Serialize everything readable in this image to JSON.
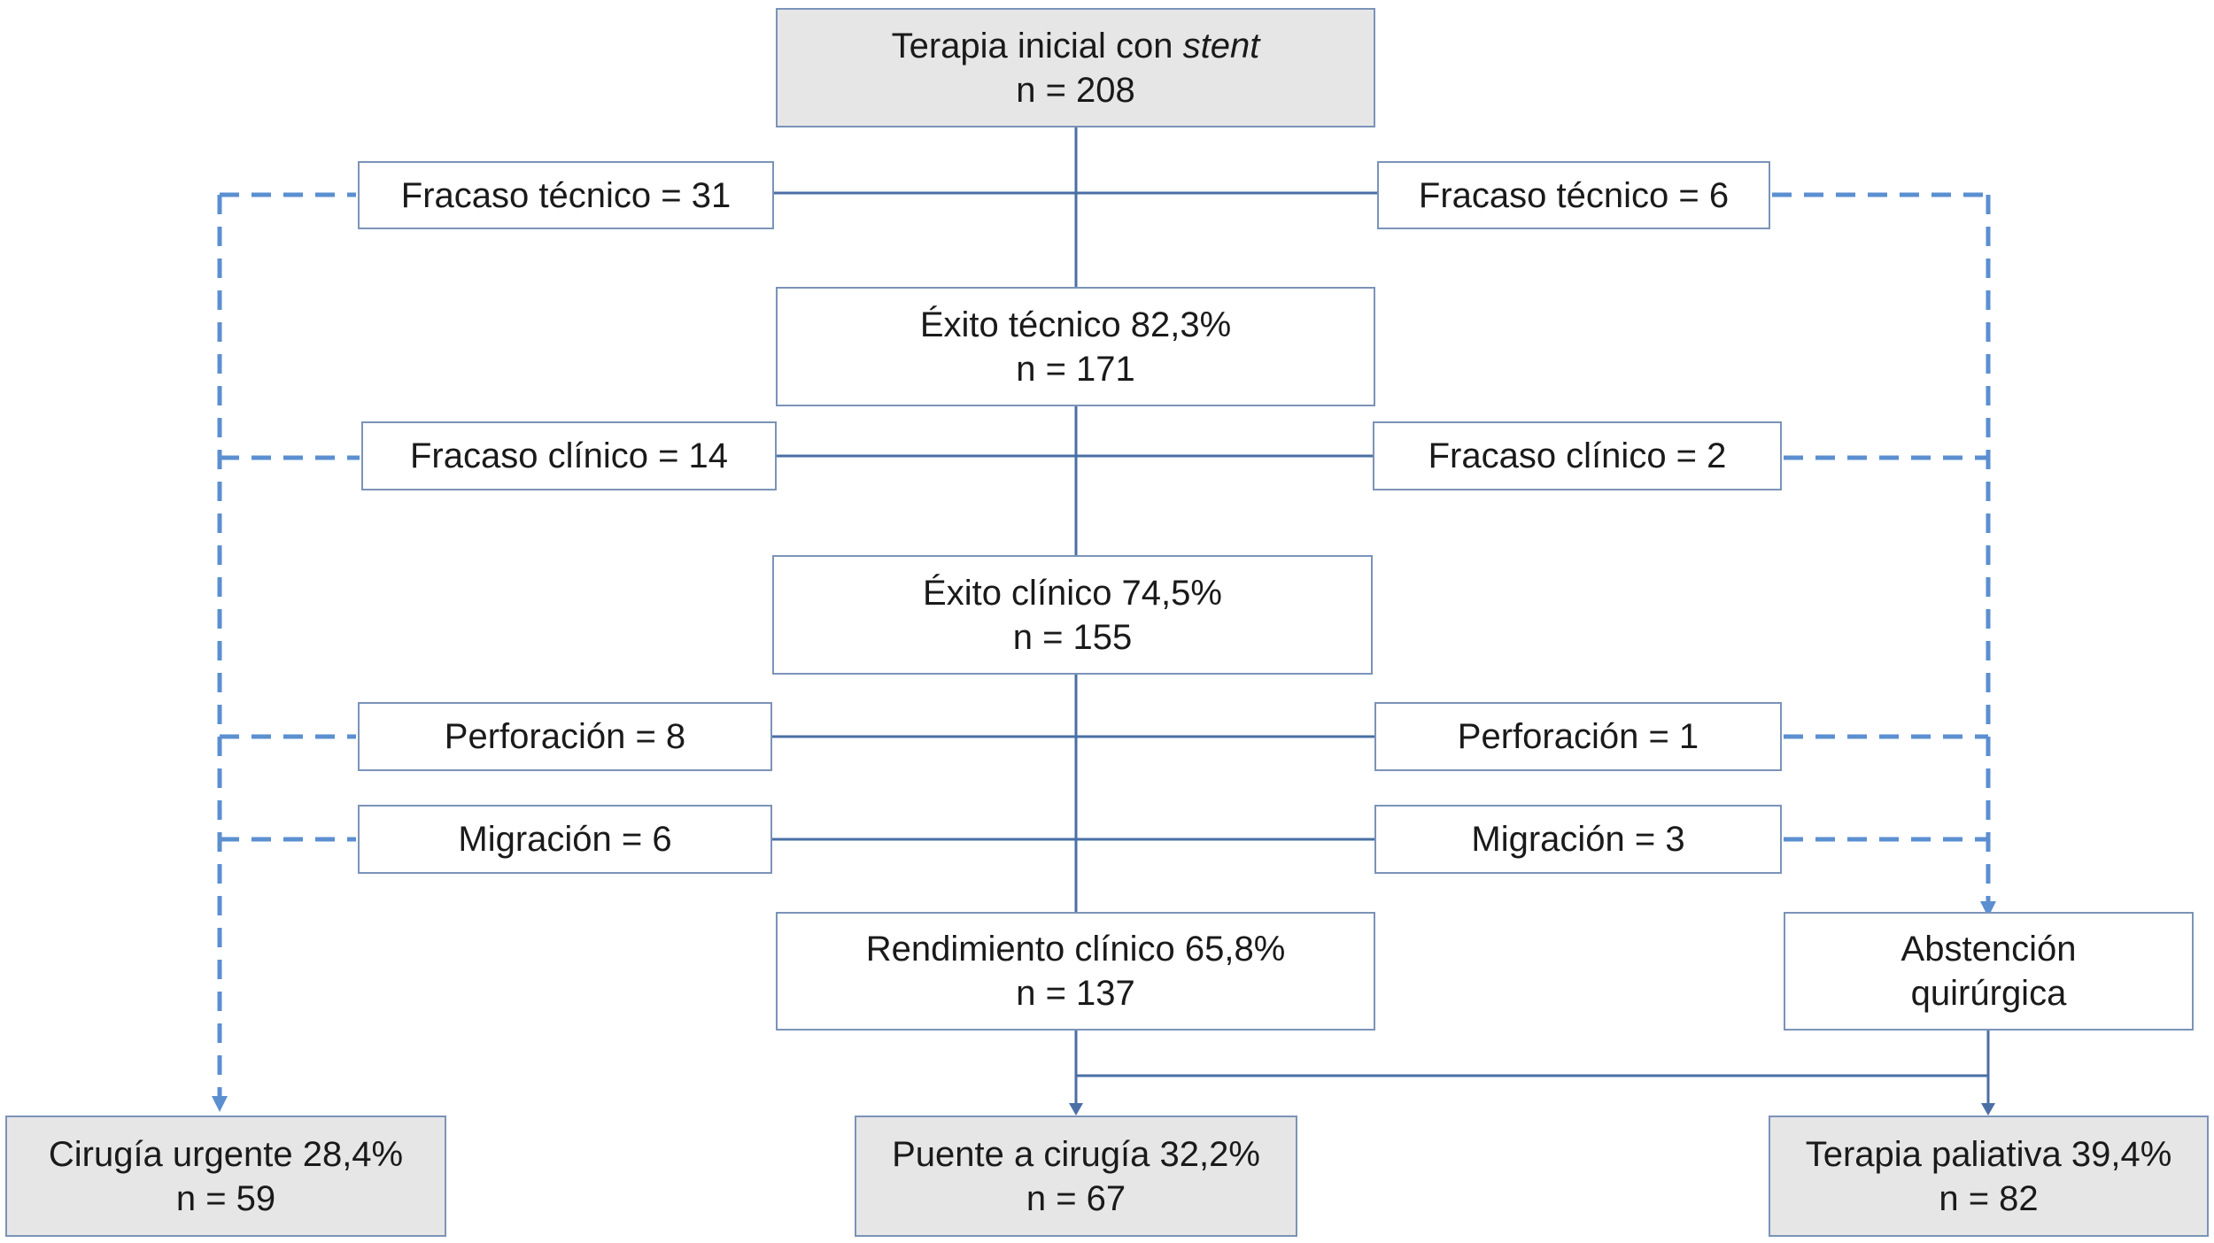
{
  "colors": {
    "solid_line": "#4a6fa5",
    "dashed_line": "#5b8fd0",
    "box_border": "#7b93b8",
    "terminal_fill": "#e6e6e6"
  },
  "start": {
    "text": "Terapia inicial con",
    "emphasis": "stent",
    "n": "n = 208"
  },
  "left": {
    "fracaso_tecnico": "Fracaso técnico = 31",
    "fracaso_clinico": "Fracaso clínico = 14",
    "perforacion": "Perforación = 8",
    "migracion": "Migración = 6"
  },
  "right": {
    "fracaso_tecnico": "Fracaso técnico = 6",
    "fracaso_clinico": "Fracaso clínico = 2",
    "perforacion": "Perforación = 1",
    "migracion": "Migración = 3"
  },
  "exito_tecnico": {
    "label": "Éxito técnico 82,3%",
    "n": "n = 171"
  },
  "exito_clinico": {
    "label": "Éxito clínico 74,5%",
    "n": "n = 155"
  },
  "rendimiento": {
    "label": "Rendimiento clínico 65,8%",
    "n": "n = 137"
  },
  "abstencion": {
    "line1": "Abstención",
    "line2": "quirúrgica"
  },
  "outcomes": {
    "cirugia": {
      "label": "Cirugía urgente 28,4%",
      "n": "n = 59"
    },
    "puente": {
      "label": "Puente a cirugía 32,2%",
      "n": "n = 67"
    },
    "paliativa": {
      "label": "Terapia paliativa 39,4%",
      "n": "n = 82"
    }
  }
}
